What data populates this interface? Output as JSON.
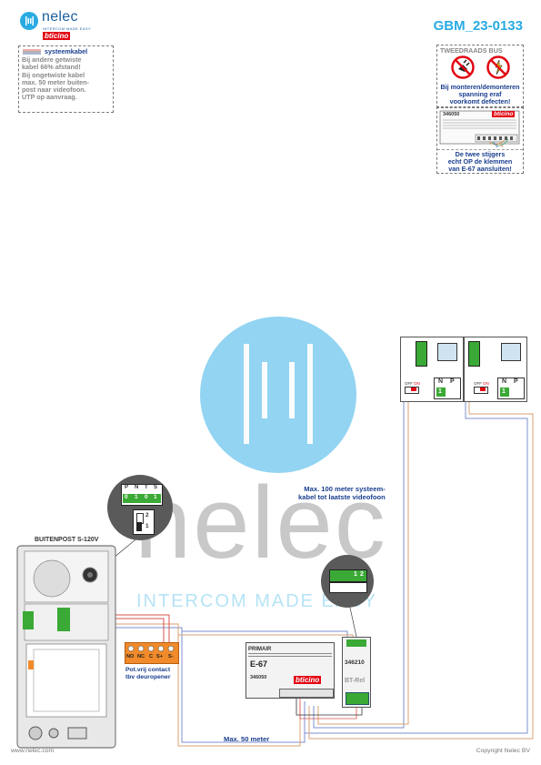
{
  "brand": {
    "name": "nelec",
    "tagline": "INTERCOM MADE EASY",
    "partner": "bticino"
  },
  "document_code": "GBM_23-0133",
  "legend": {
    "symbol_label": "systeemkabel",
    "lines": [
      "Bij andere getwiste",
      "kabel 66% afstand!",
      "Bij ongetwiste kabel",
      "max. 50 meter buiten-",
      "post naar videofoon.",
      "UTP op aanvraag."
    ]
  },
  "bus_panel": {
    "title": "TWEEDRAADS BUS",
    "warning_lines": [
      "Bij monteren/demonteren",
      "spanning eraf",
      "voorkomt defecten!"
    ],
    "module_code": "346050",
    "module_brand": "bticino",
    "note_lines": [
      "De twee stijgers",
      "echt OP de klemmen",
      "van E-67 aansluiten!"
    ]
  },
  "outdoor": {
    "title": "BUITENPOST S-120V",
    "terminal_labels": [
      "P",
      "N",
      "T",
      "S"
    ],
    "terminal_values": [
      "0",
      "1",
      "0",
      "1"
    ],
    "dip_labels": [
      "2",
      "1"
    ]
  },
  "relay_contact": {
    "terminals": [
      "NO",
      "NC",
      "C",
      "S+",
      "S-"
    ],
    "caption": [
      "Pot.vrij contact",
      "tbv deuropener"
    ]
  },
  "power": {
    "label": "PRIMAIR",
    "model": "E-67",
    "code": "346050",
    "brand": "bticino"
  },
  "bt_relay": {
    "code": "346210",
    "label": "BT-Rel",
    "zoom_labels": [
      "1",
      "2"
    ]
  },
  "videophones": [
    {
      "off_label": "OFF",
      "on_label": "ON",
      "np_labels": [
        "N",
        "P"
      ],
      "np_value": "1"
    },
    {
      "off_label": "OFF",
      "on_label": "ON",
      "np_labels": [
        "N",
        "P"
      ],
      "np_value": "1"
    }
  ],
  "cable_notes": {
    "max_system": [
      "Max. 100 meter systeem-",
      "kabel tot laatste videofoon"
    ],
    "max_outdoor": "Max. 50 meter"
  },
  "footer": {
    "left": "www.nelec.com",
    "right": "Copyright Nelec BV"
  },
  "colors": {
    "blue": "#1a3f8f",
    "cyan": "#29abe2",
    "red": "#e30613",
    "orange": "#f08a2a",
    "green": "#3aa935",
    "wire_blue": "#7c8fd0",
    "wire_orange": "#d9a273",
    "wire_red": "#d9534f"
  }
}
